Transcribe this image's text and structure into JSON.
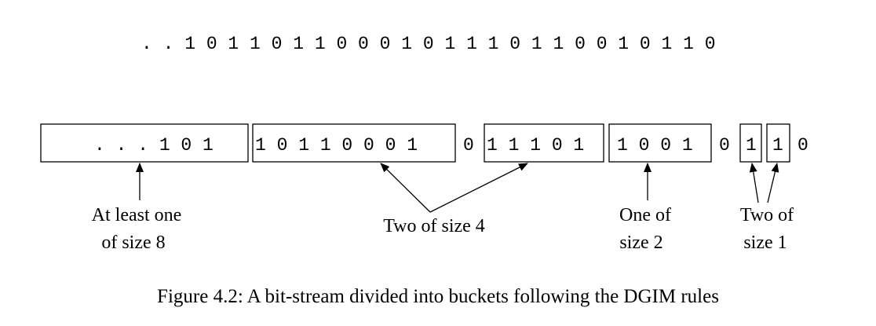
{
  "top_stream": ". . 1 0 1 1 0 1 1 0 0 0 1 0 1 1 1 0 1 1 0 0 1 0 1 1 0",
  "buckets": [
    {
      "text": ". . . 1 0 1"
    },
    {
      "text": "1 0 1 1 0 0 0 1"
    },
    {
      "text": "1 1 1 0 1"
    },
    {
      "text": "1 0 0 1"
    },
    {
      "text": "1"
    },
    {
      "text": "1"
    }
  ],
  "gaps": [
    "0",
    "0",
    "0"
  ],
  "labels": {
    "size8_line1": "At least one",
    "size8_line2": "of size 8",
    "size4": "Two of size 4",
    "size2_line1": "One of",
    "size2_line2": "size 2",
    "size1_line1": "Two of",
    "size1_line2": "size 1"
  },
  "caption": "Figure 4.2: A bit-stream divided into buckets following the DGIM rules"
}
